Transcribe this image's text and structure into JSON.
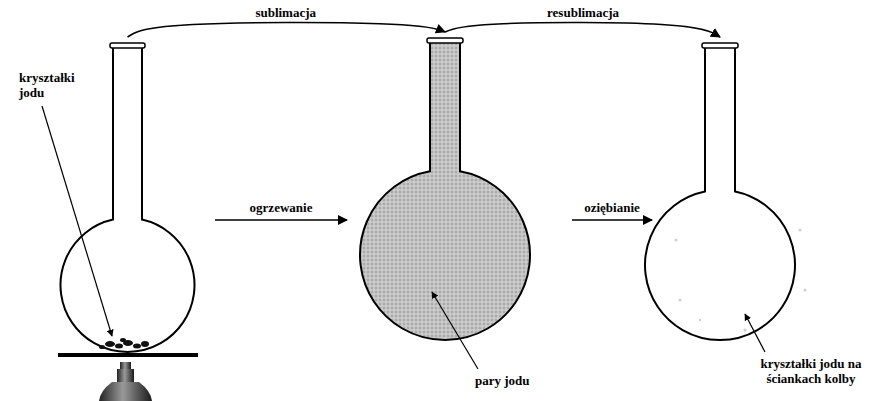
{
  "diagram": {
    "nodes": [
      {
        "text": [
          "kryształki jodu"
        ]
      },
      {
        "text": [
          "pary jodu"
        ]
      },
      {
        "text": [
          "kryształki jodu na ściankach kolby"
        ]
      }
    ],
    "edges": [
      {
        "from": 0,
        "to": 1,
        "arrow": "to",
        "label": "sublimacja"
      },
      {
        "from": 1,
        "to": 2,
        "arrow": "to",
        "label": "resublimacja"
      },
      {
        "from": 0,
        "to": 1,
        "arrow": "to",
        "label": "ogrzewanie"
      },
      {
        "from": 1,
        "to": 2,
        "arrow": "to",
        "label": "oziębianie"
      }
    ]
  }
}
